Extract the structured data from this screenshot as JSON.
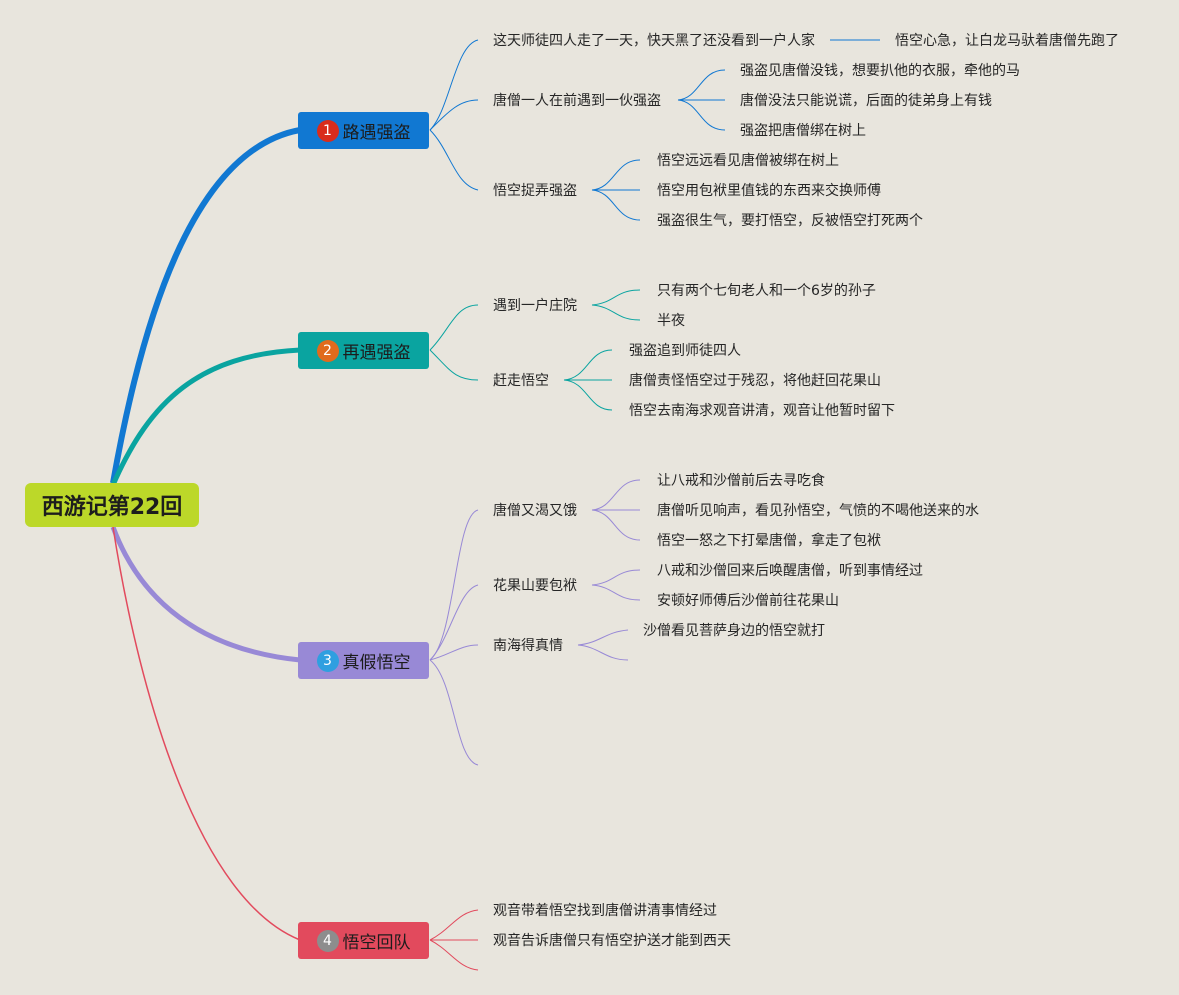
{
  "root": {
    "label": "西游记第22回",
    "color": "#bcd829"
  },
  "branches": [
    {
      "number": "1",
      "label": "路遇强盗",
      "color": "#1178d2",
      "number_color": "#d92c1c",
      "children": [
        {
          "label": "这天师徒四人走了一天，快天黑了还没看到一户人家",
          "children": [
            "悟空心急，让白龙马驮着唐僧先跑了"
          ]
        },
        {
          "label": "唐僧一人在前遇到一伙强盗",
          "children": [
            "强盗见唐僧没钱，想要扒他的衣服，牵他的马",
            "唐僧没法只能说谎，后面的徒弟身上有钱",
            "强盗把唐僧绑在树上"
          ]
        },
        {
          "label": "悟空捉弄强盗",
          "children": [
            "悟空远远看见唐僧被绑在树上",
            "悟空用包袱里值钱的东西来交换师傅",
            "强盗很生气，要打悟空，反被悟空打死两个"
          ]
        }
      ]
    },
    {
      "number": "2",
      "label": "再遇强盗",
      "color": "#0aa4a0",
      "number_color": "#e06b1d",
      "children": [
        {
          "label": "遇到一户庄院",
          "children": [
            "只有两个七旬老人和一个6岁的孙子",
            "半夜"
          ]
        },
        {
          "label": "赶走悟空",
          "children": [
            "强盗追到师徒四人",
            "唐僧责怪悟空过于残忍，将他赶回花果山",
            "悟空去南海求观音讲清，观音让他暂时留下"
          ]
        }
      ]
    },
    {
      "number": "3",
      "label": "真假悟空",
      "color": "#9889d6",
      "number_color": "#2f9fe0",
      "children": [
        {
          "label": "唐僧又渴又饿",
          "children": [
            "让八戒和沙僧前后去寻吃食",
            "唐僧听见响声，看见孙悟空，气愤的不喝他送来的水",
            "悟空一怒之下打晕唐僧，拿走了包袱"
          ]
        },
        {
          "label": "花果山要包袱",
          "children": [
            "八戒和沙僧回来后唤醒唐僧，听到事情经过",
            "安顿好师傅后沙僧前往花果山"
          ]
        },
        {
          "label": "南海得真情",
          "children": [
            "沙僧看见菩萨身边的悟空就打"
          ]
        }
      ]
    },
    {
      "number": "4",
      "label": "悟空回队",
      "color": "#e24a5d",
      "number_color": "#8d8d8d",
      "children": [
        {
          "label": "观音带着悟空找到唐僧讲清事情经过",
          "children": []
        },
        {
          "label": "观音告诉唐僧只有悟空护送才能到西天",
          "children": []
        }
      ]
    }
  ]
}
